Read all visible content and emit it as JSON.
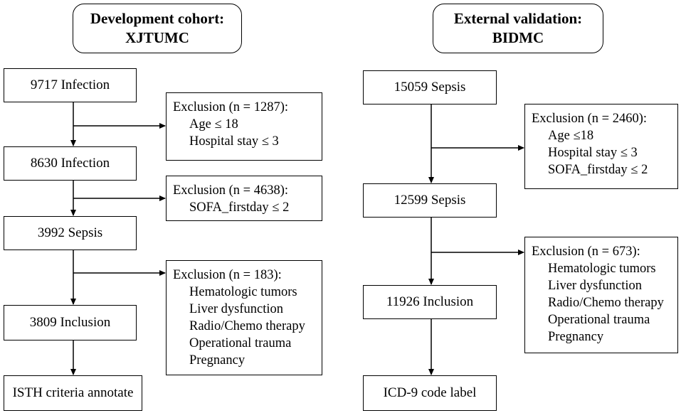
{
  "left": {
    "header": {
      "line1": "Development cohort:",
      "line2": "XJTUMC"
    },
    "steps": [
      "9717 Infection",
      "8630 Infection",
      "3992 Sepsis",
      "3809 Inclusion",
      "ISTH criteria annotate"
    ],
    "exclusions": [
      {
        "title": "Exclusion (n = 1287):",
        "items": [
          "Age ≤ 18",
          "Hospital stay ≤ 3"
        ]
      },
      {
        "title": "Exclusion (n = 4638):",
        "items": [
          "SOFA_firstday ≤ 2"
        ]
      },
      {
        "title": "Exclusion (n = 183):",
        "items": [
          "Hematologic tumors",
          "Liver dysfunction",
          "Radio/Chemo therapy",
          "Operational trauma",
          "Pregnancy"
        ]
      }
    ]
  },
  "right": {
    "header": {
      "line1": "External validation:",
      "line2": "BIDMC"
    },
    "steps": [
      "15059 Sepsis",
      "12599 Sepsis",
      "11926 Inclusion",
      "ICD-9 code label"
    ],
    "exclusions": [
      {
        "title": "Exclusion (n = 2460):",
        "items": [
          "Age ≤18",
          "Hospital stay ≤ 3",
          "SOFA_firstday ≤ 2"
        ]
      },
      {
        "title": "Exclusion (n = 673):",
        "items": [
          "Hematologic tumors",
          "Liver dysfunction",
          "Radio/Chemo therapy",
          "Operational trauma",
          "Pregnancy"
        ]
      }
    ]
  }
}
